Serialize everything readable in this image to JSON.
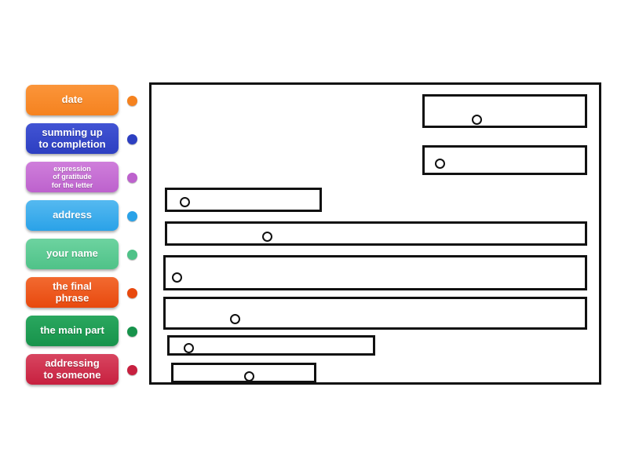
{
  "labels": [
    {
      "id": "date",
      "text": "date",
      "color": "#f5821f",
      "color_light": "#fb953a"
    },
    {
      "id": "summing-up",
      "text": "summing up\nto completion",
      "color": "#2d3fc1",
      "color_light": "#4254d4"
    },
    {
      "id": "gratitude",
      "text": "expression\nof gratitude\nfor the letter",
      "color": "#bd62cd",
      "color_light": "#cf7edb"
    },
    {
      "id": "address",
      "text": "address",
      "color": "#2aa2e8",
      "color_light": "#55b9f0"
    },
    {
      "id": "your-name",
      "text": "your name",
      "color": "#4fc288",
      "color_light": "#6dd3a0"
    },
    {
      "id": "final-phrase",
      "text": "the final\nphrase",
      "color": "#e8490e",
      "color_light": "#f26a30"
    },
    {
      "id": "main-part",
      "text": "the main part",
      "color": "#17934b",
      "color_light": "#2aa75f"
    },
    {
      "id": "addressing",
      "text": "addressing\nto someone",
      "color": "#c7203f",
      "color_light": "#d84560"
    }
  ],
  "diagram": {
    "frame_border_color": "#111111",
    "drop_zone_count": 8
  }
}
